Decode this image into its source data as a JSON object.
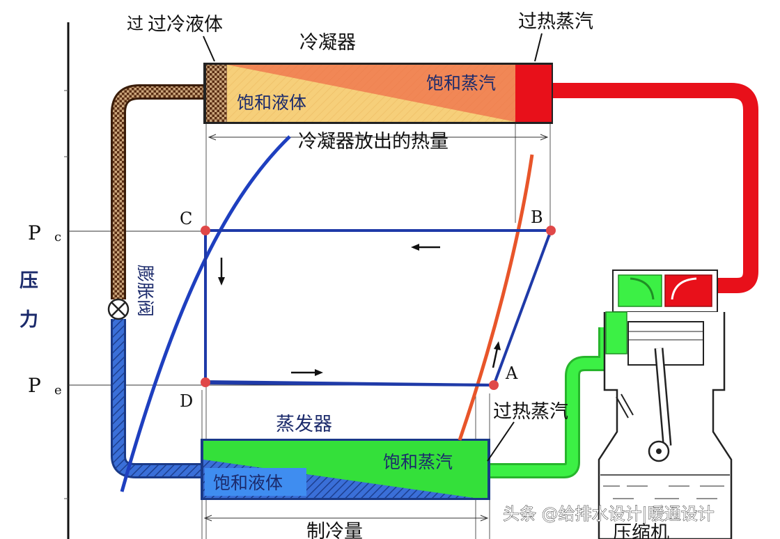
{
  "labels": {
    "subcooled_liquid": "过冷液体",
    "cut_text": "过",
    "condenser": "冷凝器",
    "superheated_vapor_top": "过热蒸汽",
    "saturated_vapor_top": "饱和蒸汽",
    "saturated_liquid_top": "饱和液体",
    "condenser_heat": "冷凝器放出的热量",
    "expansion_valve": "膨胀阀",
    "pressure_1": "压",
    "pressure_2": "力",
    "pc_main": "P",
    "pc_sub": "c",
    "pe_main": "P",
    "pe_sub": "e",
    "point_a": "A",
    "point_b": "B",
    "point_c": "C",
    "point_d": "D",
    "evaporator": "蒸发器",
    "superheated_vapor_bottom": "过热蒸汽",
    "saturated_vapor_bottom": "饱和蒸汽",
    "saturated_liquid_bottom": "饱和液体",
    "refrigeration_capacity": "制冷量",
    "compressor": "压缩机",
    "watermark": "头条 @给排水设计|暖通设计"
  },
  "colors": {
    "hot_red": "#e8101a",
    "condenser_orange": "#f07a50",
    "condenser_yellow": "#f6d37a",
    "liquid_brown": "#6b3a1e",
    "cold_blue": "#3a6fd8",
    "evap_green": "#34e03a",
    "cycle_blue": "#1f3aa8",
    "curve_blue": "#1e3fbf",
    "curve_orange": "#e8552a",
    "point_red": "#e04848"
  }
}
